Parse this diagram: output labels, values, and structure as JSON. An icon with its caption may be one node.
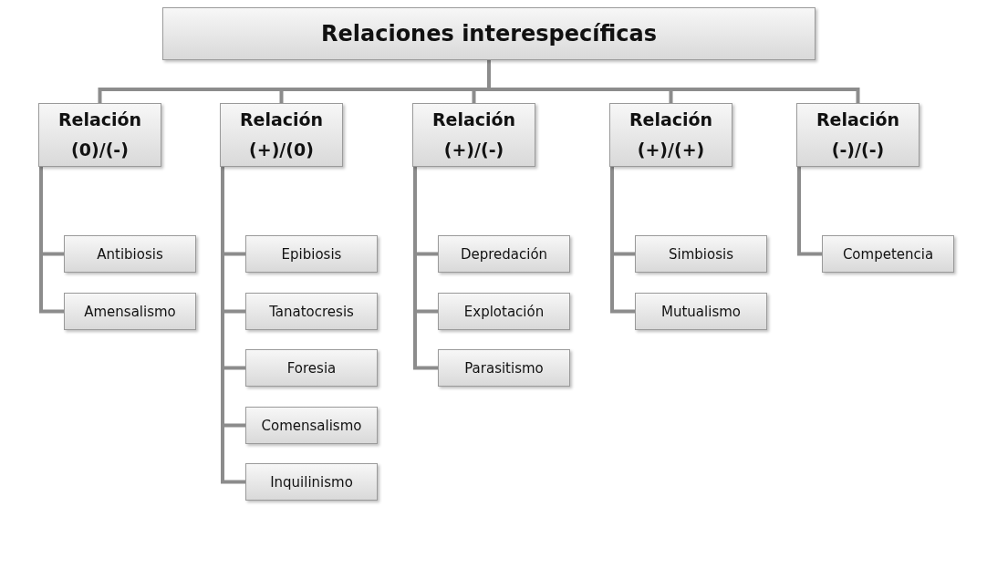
{
  "diagram": {
    "nodes": [
      {
        "text": [
          "Relaciones interespecíficas"
        ]
      },
      {
        "text": [
          "Relación (0)/(-)"
        ]
      },
      {
        "text": [
          "Antibiosis"
        ]
      },
      {
        "text": [
          "Amensalismo"
        ]
      },
      {
        "text": [
          "Relación (+)/(0)"
        ]
      },
      {
        "text": [
          "Epibiosis"
        ]
      },
      {
        "text": [
          "Tanatocresis"
        ]
      },
      {
        "text": [
          "Foresia"
        ]
      },
      {
        "text": [
          "Comensalismo"
        ]
      },
      {
        "text": [
          "Inquilinismo"
        ]
      },
      {
        "text": [
          "Relación (+)/(-)"
        ]
      },
      {
        "text": [
          "Depredación"
        ]
      },
      {
        "text": [
          "Explotación"
        ]
      },
      {
        "text": [
          "Parasitismo"
        ]
      },
      {
        "text": [
          "Relación (+)/(+)"
        ]
      },
      {
        "text": [
          "Simbiosis"
        ]
      },
      {
        "text": [
          "Mutualismo"
        ]
      },
      {
        "text": [
          "Relación (-)/(-)"
        ]
      },
      {
        "text": [
          "Competencia"
        ]
      }
    ],
    "edges": [
      {
        "from": 0,
        "to": 1,
        "arrow": "none"
      },
      {
        "from": 0,
        "to": 4,
        "arrow": "none"
      },
      {
        "from": 0,
        "to": 10,
        "arrow": "none"
      },
      {
        "from": 0,
        "to": 14,
        "arrow": "none"
      },
      {
        "from": 0,
        "to": 17,
        "arrow": "none"
      },
      {
        "from": 1,
        "to": 2,
        "arrow": "none"
      },
      {
        "from": 1,
        "to": 3,
        "arrow": "none"
      },
      {
        "from": 4,
        "to": 5,
        "arrow": "none"
      },
      {
        "from": 4,
        "to": 6,
        "arrow": "none"
      },
      {
        "from": 4,
        "to": 7,
        "arrow": "none"
      },
      {
        "from": 4,
        "to": 8,
        "arrow": "none"
      },
      {
        "from": 4,
        "to": 9,
        "arrow": "none"
      },
      {
        "from": 10,
        "to": 11,
        "arrow": "none"
      },
      {
        "from": 10,
        "to": 12,
        "arrow": "none"
      },
      {
        "from": 10,
        "to": 13,
        "arrow": "none"
      },
      {
        "from": 14,
        "to": 15,
        "arrow": "none"
      },
      {
        "from": 14,
        "to": 16,
        "arrow": "none"
      },
      {
        "from": 17,
        "to": 18,
        "arrow": "none"
      }
    ]
  }
}
